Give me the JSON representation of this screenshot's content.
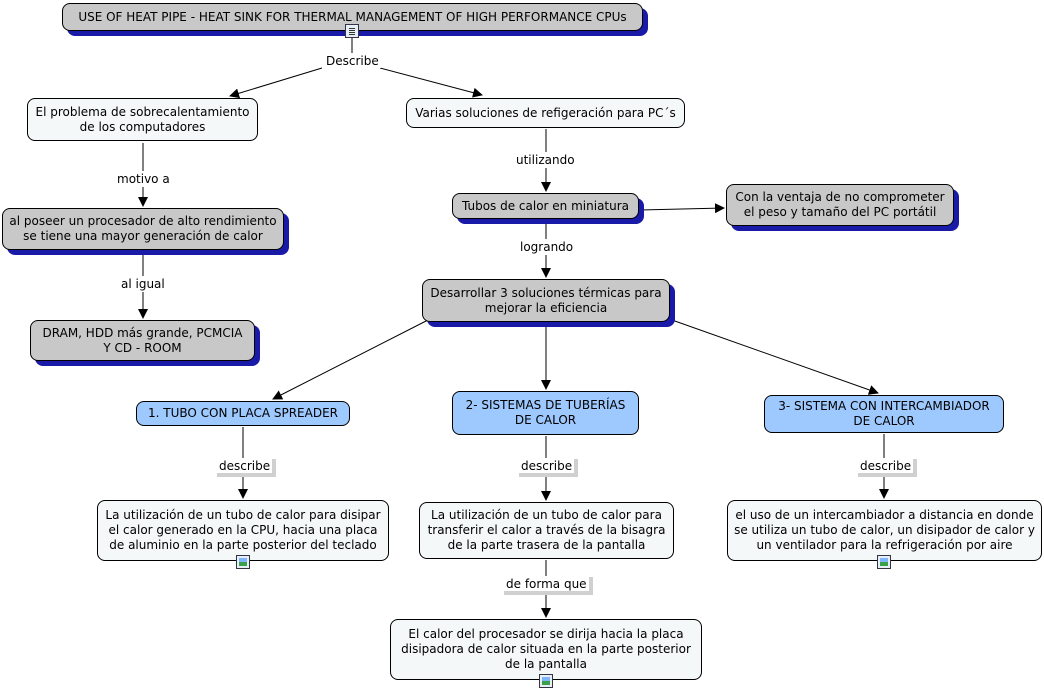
{
  "nodes": {
    "title": "USE OF HEAT PIPE - HEAT SINK FOR THERMAL MANAGEMENT OF HIGH PERFORMANCE CPUs",
    "problem": "El problema de sobrecalentamiento de los computadores",
    "solutions": "Varias soluciones de refigeración para PC´s",
    "processor": "al poseer un procesador de alto rendimiento se tiene una mayor generación de calor",
    "tubes": "Tubos de calor en miniatura",
    "advantage": "Con la ventaja de no comprometer el peso y tamaño del PC portátil",
    "dram": "DRAM, HDD más grande, PCMCIA Y CD - ROOM",
    "develop": "Desarrollar 3 soluciones térmicas para mejorar la eficiencia",
    "sol1": "1.  TUBO CON PLACA SPREADER",
    "sol2": "2- SISTEMAS DE TUBERÍAS DE CALOR",
    "sol3": "3- SISTEMA CON INTERCAMBIADOR DE CALOR",
    "desc1": "La utilización de un tubo de calor para disipar el calor generado en la CPU, hacia una placa de aluminio en la parte posterior del teclado",
    "desc2": "La utilización de un tubo de calor para transferir el calor a través de la bisagra de la parte trasera de la pantalla",
    "desc3": "el uso de un intercambiador a distancia en donde se utiliza un tubo de calor, un disipador de calor y un ventilador para la refrigeración por aire",
    "result": "El calor del procesador se dirija hacia la placa disipadora de calor situada en la parte posterior de la pantalla"
  },
  "links": {
    "describe": "Describe",
    "motivo": "motivo a",
    "al_igual": "al igual",
    "utilizando": "utilizando",
    "logrando": "logrando",
    "describe1": "describe",
    "describe2": "describe",
    "describe3": "describe",
    "de_forma": "de forma que"
  },
  "icons": {
    "title_icon": "document-icon",
    "image_icon": "image-icon"
  },
  "colors": {
    "gray_node": "#c8c8c8",
    "white_node": "#f4f8f8",
    "blue_node": "#9ec9ff",
    "shadow": "#1a1aa8"
  }
}
